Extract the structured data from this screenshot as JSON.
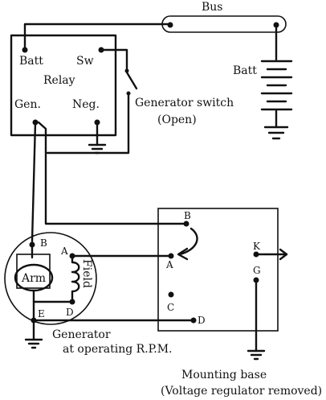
{
  "labels": {
    "bus": "Bus",
    "batt": "Batt",
    "relay_batt": "Batt",
    "relay_sw": "Sw",
    "relay_title": "Relay",
    "relay_gen": "Gen.",
    "relay_neg": "Neg.",
    "generator_switch": "Generator switch",
    "switch_state": "(Open)",
    "term_b_gen": "B",
    "term_a_gen": "A",
    "term_d_gen": "D",
    "term_e_gen": "E",
    "arm": "Arm",
    "field": "Field",
    "generator_line1": "Generator",
    "generator_line2": "at operating R.P.M.",
    "base_b": "B",
    "base_a": "A",
    "base_c": "C",
    "base_d": "D",
    "base_k": "K",
    "base_g": "G",
    "mounting_line1": "Mounting base",
    "mounting_line2": "(Voltage regulator removed)"
  }
}
